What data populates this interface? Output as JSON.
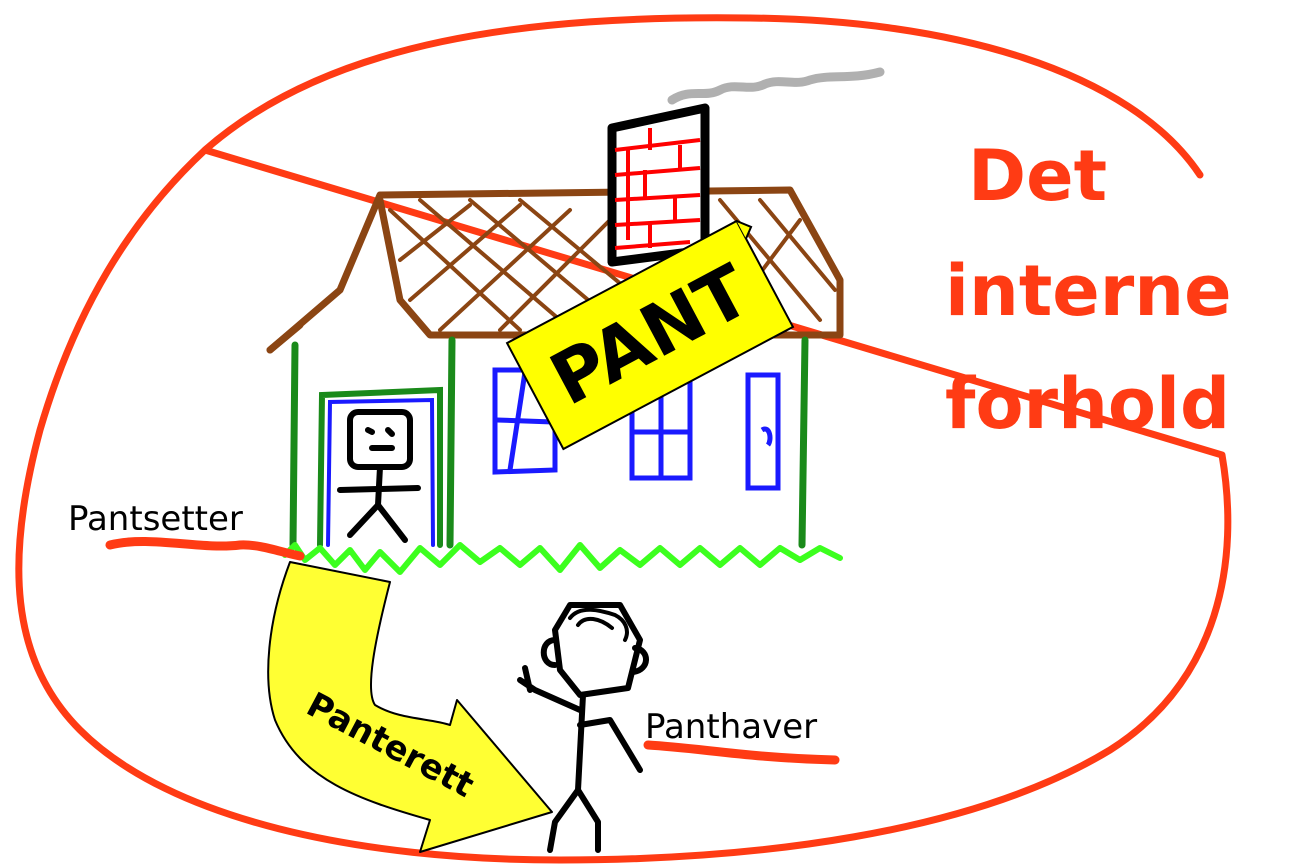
{
  "title": {
    "line1": "Det",
    "line2": "interne",
    "line3": "forhold"
  },
  "labels": {
    "pledgor": "Pantsetter",
    "pledgee": "Panthaver",
    "pledge_sign": "PANT",
    "arrow_text": "Panterett"
  },
  "colors": {
    "ellipse": "#ff3b14",
    "title": "#ff3b14",
    "roof": "#8b4513",
    "chimney_brick": "#ff0000",
    "walls": "#1a8a1a",
    "windows": "#1a1aff",
    "grass": "#3cff1e",
    "smoke": "#b0b0b0",
    "sign_fill": "#ffff00",
    "arrow_fill": "#ffff33",
    "underline": "#ff3b14"
  }
}
